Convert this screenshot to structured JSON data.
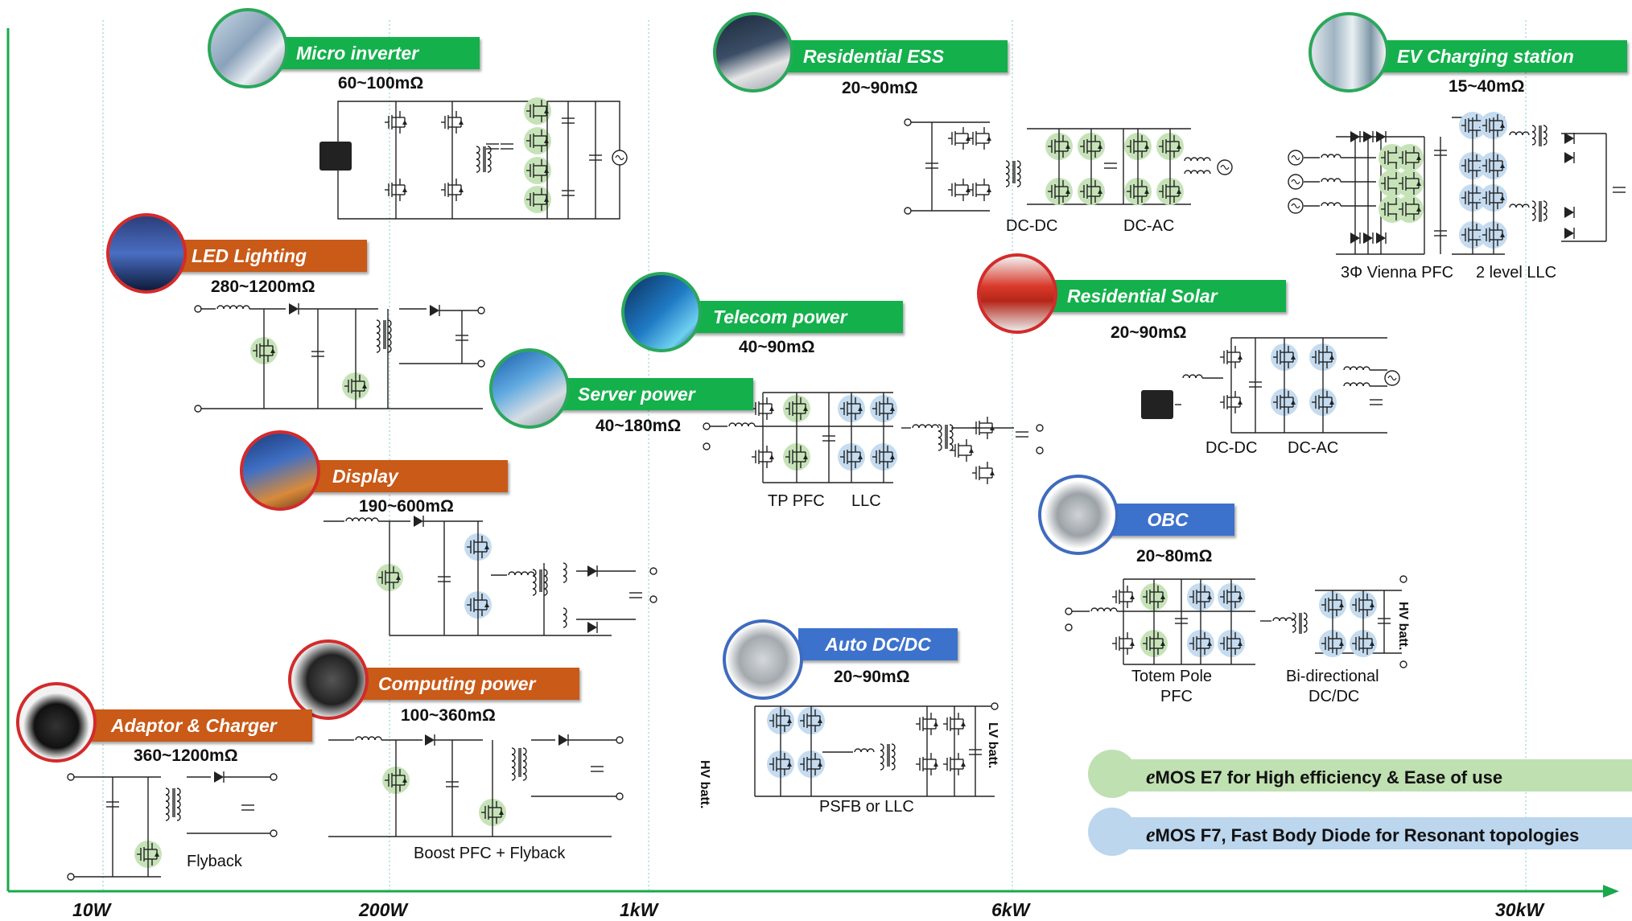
{
  "axis": {
    "ticks": [
      {
        "label": "10W"
      },
      {
        "label": "200W"
      },
      {
        "label": "1kW"
      },
      {
        "label": "6kW"
      },
      {
        "label": "30kW"
      }
    ]
  },
  "applications": [
    {
      "id": "micro",
      "name": "Micro inverter",
      "range": "60~100mΩ",
      "color": "green"
    },
    {
      "id": "led",
      "name": "LED Lighting",
      "range": "280~1200mΩ",
      "color": "orange"
    },
    {
      "id": "display",
      "name": "Display",
      "range": "190~600mΩ",
      "color": "orange"
    },
    {
      "id": "computing",
      "name": "Computing power",
      "range": "100~360mΩ",
      "color": "orange"
    },
    {
      "id": "adaptor",
      "name": "Adaptor & Charger",
      "range": "360~1200mΩ",
      "color": "orange"
    },
    {
      "id": "telecom",
      "name": "Telecom power",
      "range": "40~90mΩ",
      "color": "green"
    },
    {
      "id": "server",
      "name": "Server power",
      "range": "40~180mΩ",
      "color": "green"
    },
    {
      "id": "auto",
      "name": "Auto DC/DC",
      "range": "20~90mΩ",
      "color": "blue"
    },
    {
      "id": "ress",
      "name": "Residential ESS",
      "range": "20~90mΩ",
      "color": "green"
    },
    {
      "id": "rsolar",
      "name": "Residential Solar",
      "range": "20~90mΩ",
      "color": "green"
    },
    {
      "id": "obc",
      "name": "OBC",
      "range": "20~80mΩ",
      "color": "blue"
    },
    {
      "id": "ev",
      "name": "EV Charging station",
      "range": "15~40mΩ",
      "color": "green"
    }
  ],
  "captions": {
    "adaptor": "Flyback",
    "computing": "Boost PFC + Flyback",
    "server_a": "TP PFC",
    "server_b": "LLC",
    "auto": "PSFB or LLC",
    "auto_hv": "HV batt.",
    "auto_lv": "LV batt.",
    "ress_a": "DC-DC",
    "ress_b": "DC-AC",
    "rsolar_a": "DC-DC",
    "rsolar_b": "DC-AC",
    "obc_a1": "Totem Pole",
    "obc_a2": "PFC",
    "obc_b1": "Bi-directional",
    "obc_b2": "DC/DC",
    "obc_hv": "HV batt.",
    "ev_a": "3Φ Vienna PFC",
    "ev_b": "2 level LLC"
  },
  "legend": [
    {
      "brand": "e",
      "text": "MOS E7 for High efficiency & Ease of use",
      "color": "#bfe0b0"
    },
    {
      "brand": "e",
      "text": "MOS F7, Fast Body Diode for Resonant topologies",
      "color": "#bcd6ee"
    }
  ],
  "colors": {
    "axis": "#1aa84c",
    "green_banner": "#14b04c",
    "orange_banner": "#c95a18",
    "blue_banner": "#3d72cc",
    "e7_highlight": "#c6e3b8",
    "f7_highlight": "#c4dbf0"
  }
}
